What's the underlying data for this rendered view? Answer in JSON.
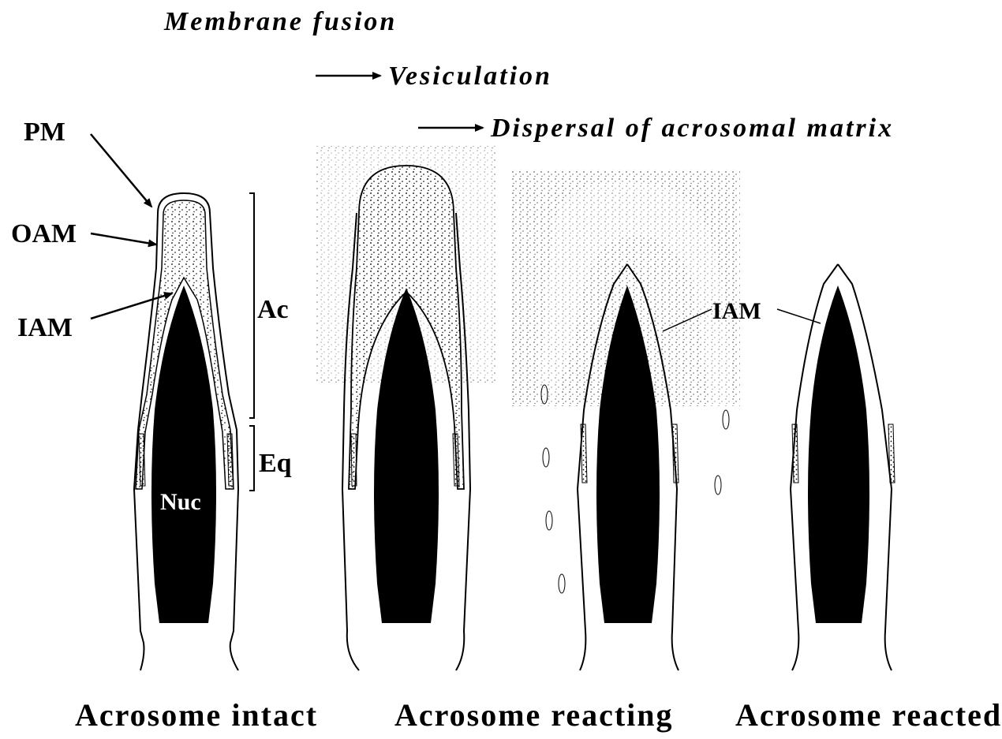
{
  "process": {
    "step1": "Membrane fusion",
    "step2": "Vesiculation",
    "step3": "Dispersal of acrosomal matrix"
  },
  "labels": {
    "pm": "PM",
    "oam": "OAM",
    "iam": "IAM",
    "ac": "Ac",
    "eq": "Eq",
    "nuc": "Nuc",
    "iam_reacting": "IAM"
  },
  "stages": {
    "intact": "Acrosome intact",
    "reacting": "Acrosome reacting",
    "reacted": "Acrosome reacted"
  }
}
